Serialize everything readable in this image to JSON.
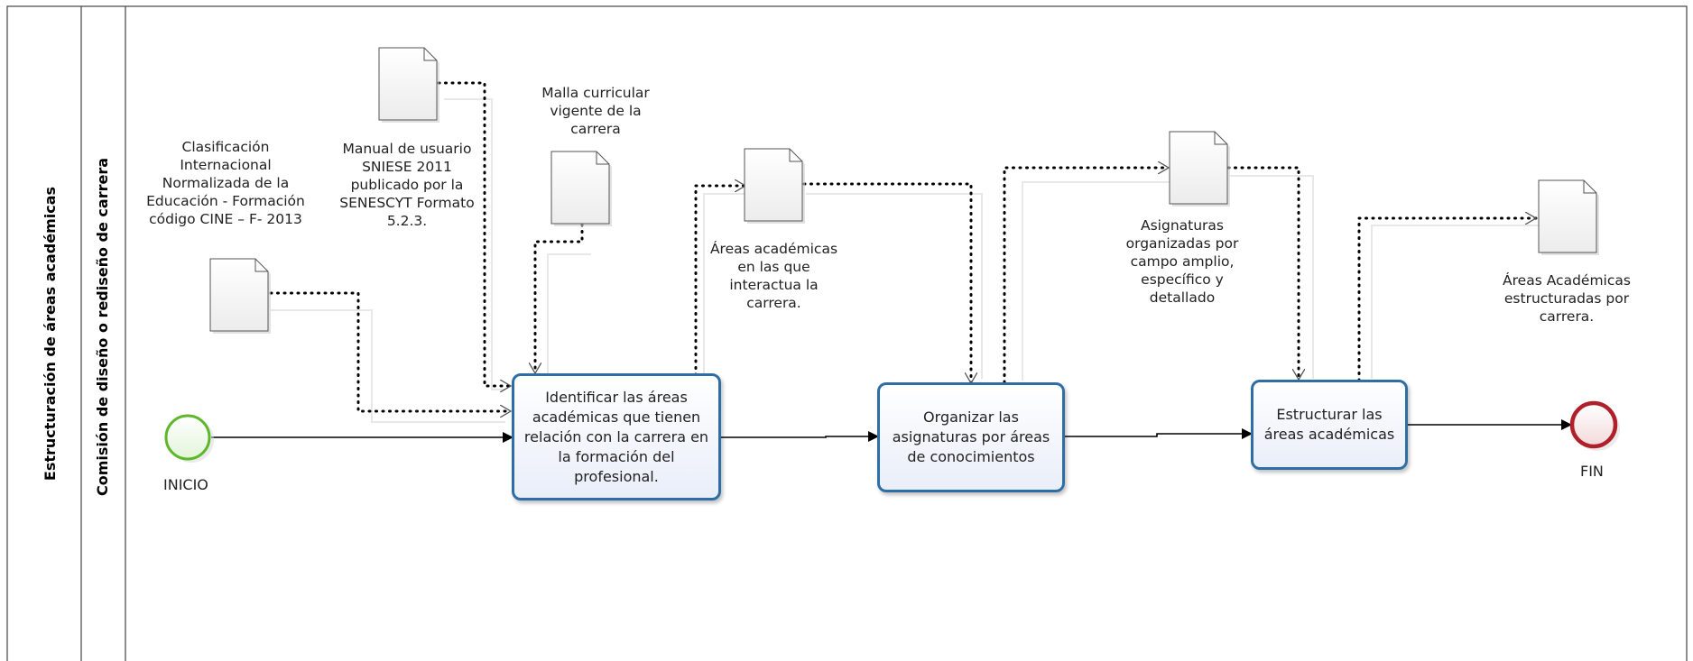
{
  "pool": {
    "label": "Estructuración de áreas académicas"
  },
  "lane": {
    "label": "Comisión de diseño o rediseño de carrera"
  },
  "events": {
    "start": {
      "label": "INICIO"
    },
    "end": {
      "label": "FIN"
    }
  },
  "tasks": [
    {
      "label": "Identificar las áreas\nacadémicas que tienen\nrelación con la carrera en\nla formación del\nprofesional."
    },
    {
      "label": "Organizar las\nasignaturas por áreas\nde conocimientos"
    },
    {
      "label": "Estructurar las\náreas académicas"
    }
  ],
  "documents": [
    {
      "label": "Clasificación\nInternacional\nNormalizada de la\nEducación - Formación\ncódigo CINE – F- 2013"
    },
    {
      "label": "Manual de usuario\nSNIESE 2011\npublicado por la\nSENESCYT Formato\n5.2.3."
    },
    {
      "label": "Malla curricular\nvigente de la\ncarrera"
    },
    {
      "label": "Áreas académicas\nen las que\ninteractua la\ncarrera."
    },
    {
      "label": "Asignaturas\norganizadas por\ncampo amplio,\nespecífico y\ndetallado"
    },
    {
      "label": "Áreas Académicas\nestructuradas por\ncarrera."
    }
  ],
  "colors": {
    "task_border": "#2f6ea5",
    "start_event": "#5cb82a",
    "end_event": "#b0202a"
  }
}
